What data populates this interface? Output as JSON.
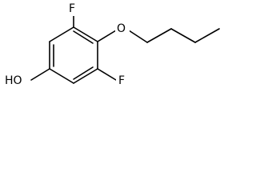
{
  "molecule": {
    "labels": {
      "f_top": "F",
      "o_ether": "O",
      "oh": "HO",
      "f_bottom": "F"
    },
    "colors": {
      "bond": "#000000",
      "text": "#000000",
      "background": "#ffffff"
    }
  }
}
